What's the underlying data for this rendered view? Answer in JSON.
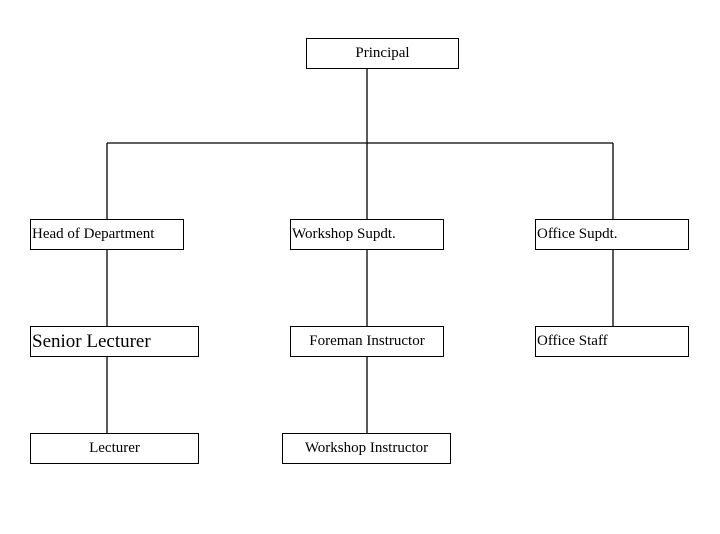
{
  "org_chart": {
    "root": "Principal",
    "departments": {
      "academic": {
        "head": "Head of Department",
        "senior": "Senior Lecturer",
        "junior": "Lecturer"
      },
      "workshop": {
        "head": "Workshop Supdt.",
        "senior": "Foreman Instructor",
        "junior": "Workshop Instructor"
      },
      "office": {
        "head": "Office Supdt.",
        "staff": "Office Staff"
      }
    }
  },
  "line_color": "#000000",
  "box_border_color": "#000000"
}
